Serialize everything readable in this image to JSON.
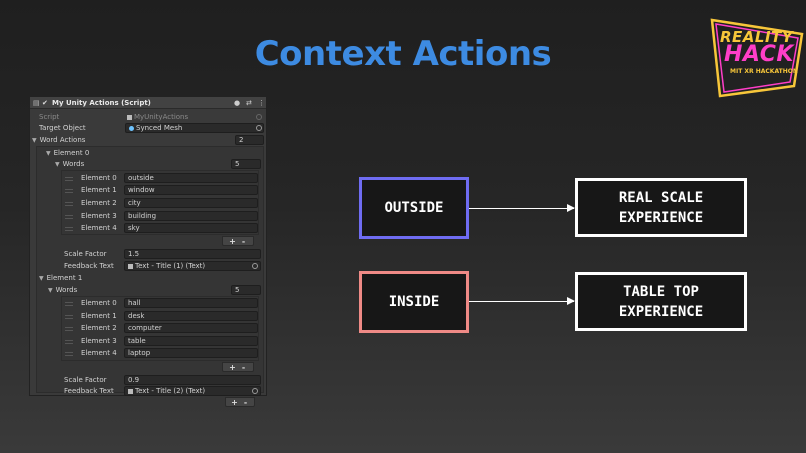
{
  "slide": {
    "title": "Context Actions",
    "logo": {
      "line1": "REALITY",
      "line2": "HACK",
      "line3": "MIT XR HACKATHON"
    }
  },
  "inspector": {
    "component_title": "My Unity Actions (Script)",
    "script_label": "Script",
    "script_value": "MyUnityActions",
    "target_label": "Target Object",
    "target_value": "Synced Mesh",
    "word_actions_label": "Word Actions",
    "word_actions_count": "2",
    "words_label": "Words",
    "scale_factor_label": "Scale Factor",
    "feedback_text_label": "Feedback Text",
    "elements": [
      {
        "label": "Element 0",
        "words_count": "5",
        "words": [
          {
            "label": "Element 0",
            "value": "outside"
          },
          {
            "label": "Element 1",
            "value": "window"
          },
          {
            "label": "Element 2",
            "value": "city"
          },
          {
            "label": "Element 3",
            "value": "building"
          },
          {
            "label": "Element 4",
            "value": "sky"
          }
        ],
        "scale_factor": "1.5",
        "feedback_text": "Text - Title (1) (Text)"
      },
      {
        "label": "Element 1",
        "words_count": "5",
        "words": [
          {
            "label": "Element 0",
            "value": "hall"
          },
          {
            "label": "Element 1",
            "value": "desk"
          },
          {
            "label": "Element 2",
            "value": "computer"
          },
          {
            "label": "Element 3",
            "value": "table"
          },
          {
            "label": "Element 4",
            "value": "laptop"
          }
        ],
        "scale_factor": "0.9",
        "feedback_text": "Text - Title (2) (Text)"
      }
    ],
    "plus": "+",
    "minus": "-"
  },
  "diagram": {
    "outside": {
      "label": "OUTSIDE",
      "border": "#6f6cf2"
    },
    "inside": {
      "label": "INSIDE",
      "border": "#ef8a86"
    },
    "real_scale": {
      "line1": "REAL SCALE",
      "line2": "EXPERIENCE"
    },
    "table_top": {
      "line1": "TABLE TOP",
      "line2": "EXPERIENCE"
    }
  },
  "colors": {
    "title": "#3d8be2",
    "logo_yellow": "#f7c63a",
    "logo_pink": "#ff3ec8"
  }
}
